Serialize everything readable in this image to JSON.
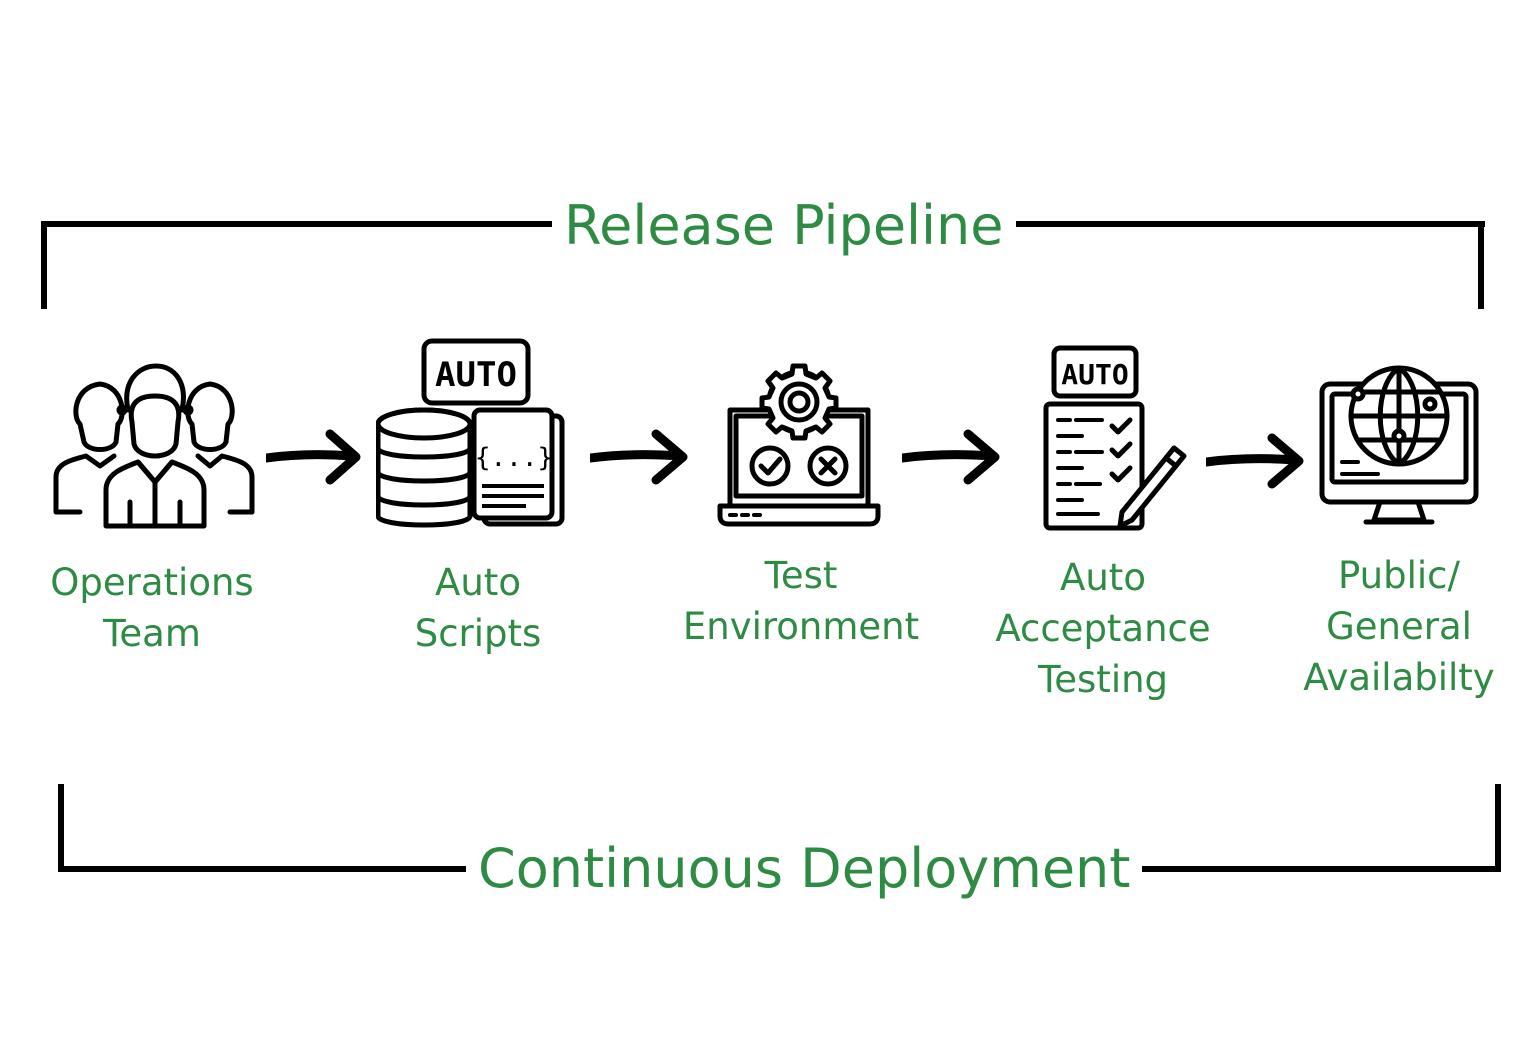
{
  "title_top": "Release Pipeline",
  "title_bottom": "Continuous Deployment",
  "steps": [
    {
      "icon": "operations-team-icon",
      "lines": [
        "Operations",
        "Team"
      ]
    },
    {
      "icon": "auto-scripts-icon",
      "lines": [
        "Auto",
        "Scripts"
      ],
      "badge": "AUTO",
      "code": "{...}"
    },
    {
      "icon": "test-environment-icon",
      "lines": [
        "Test",
        "Environment"
      ]
    },
    {
      "icon": "auto-acceptance-testing-icon",
      "lines": [
        "Auto",
        "Acceptance",
        "Testing"
      ],
      "badge": "AUTO"
    },
    {
      "icon": "public-availability-icon",
      "lines": [
        "Public/",
        "General",
        "Availabilty"
      ]
    }
  ],
  "colors": {
    "accent": "#2e8b44",
    "ink": "#000000"
  }
}
